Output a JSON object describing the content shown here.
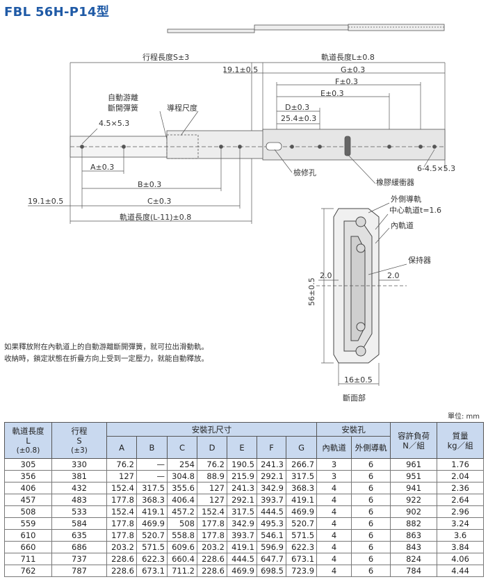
{
  "title": "FBL 56H-P14型",
  "dimensions": {
    "stroke": "行程長度S±3",
    "rail_length": "軌道長度L±0.8",
    "d191_top": "19.1±0.5",
    "g": "G±0.3",
    "f": "F±0.3",
    "e": "E±0.3",
    "d": "D±0.3",
    "d254": "25.4±0.3",
    "hole": "4.5×5.3",
    "a": "A±0.3",
    "b": "B±0.3",
    "c": "C±0.3",
    "d191_bottom": "19.1±0.5",
    "inner_rail_length": "軌道長度(L-11)±0.8",
    "holes_6": "6-4.5×5.3",
    "h56": "56±0.5",
    "w20_left": "2.0",
    "w20_right": "2.0",
    "w16": "16±0.5"
  },
  "labels": {
    "auto_release": "自動游離",
    "auto_release2": "斷開彈簧",
    "guide": "導程尺度",
    "inspection_hole": "檢修孔",
    "rubber_buffer": "橡膠緩衝器",
    "outer_rail": "外側導軌",
    "center_rail": "中心軌道t=1.6",
    "inner_rail": "內軌道",
    "retainer": "保持器",
    "section": "斷面部"
  },
  "note_lines": [
    "如果釋放附在內軌道上的自動游離斷開彈簧，就可拉出滑動軌。",
    "收納時，鎖定狀態在折疊方向上受到一定壓力，就能自動釋放。"
  ],
  "unit": "單位: mm",
  "table": {
    "h_rail": "軌道長度",
    "h_rail_sym": "L",
    "h_rail_tol": "(±0.8)",
    "h_stroke": "行程",
    "h_stroke_sym": "S",
    "h_stroke_tol": "(±3)",
    "h_mount": "安裝孔尺寸",
    "h_cols": [
      "A",
      "B",
      "C",
      "D",
      "E",
      "F",
      "G"
    ],
    "h_holes": "安裝孔",
    "h_inner": "內軌道",
    "h_outer": "外側導軌",
    "h_load": "容許負荷",
    "h_load_unit": "N／組",
    "h_mass": "質量",
    "h_mass_unit": "kg／組",
    "rows": [
      [
        "305",
        "330",
        "76.2",
        "—",
        "254",
        "76.2",
        "190.5",
        "241.3",
        "266.7",
        "3",
        "6",
        "961",
        "1.76"
      ],
      [
        "356",
        "381",
        "127",
        "—",
        "304.8",
        "88.9",
        "215.9",
        "292.1",
        "317.5",
        "3",
        "6",
        "951",
        "2.04"
      ],
      [
        "406",
        "432",
        "152.4",
        "317.5",
        "355.6",
        "127",
        "241.3",
        "342.9",
        "368.3",
        "4",
        "6",
        "941",
        "2.36"
      ],
      [
        "457",
        "483",
        "177.8",
        "368.3",
        "406.4",
        "127",
        "292.1",
        "393.7",
        "419.1",
        "4",
        "6",
        "922",
        "2.64"
      ],
      [
        "508",
        "533",
        "152.4",
        "419.1",
        "457.2",
        "152.4",
        "317.5",
        "444.5",
        "469.9",
        "4",
        "6",
        "902",
        "2.96"
      ],
      [
        "559",
        "584",
        "177.8",
        "469.9",
        "508",
        "177.8",
        "342.9",
        "495.3",
        "520.7",
        "4",
        "6",
        "882",
        "3.24"
      ],
      [
        "610",
        "635",
        "177.8",
        "520.7",
        "558.8",
        "177.8",
        "393.7",
        "546.1",
        "571.5",
        "4",
        "6",
        "863",
        "3.6"
      ],
      [
        "660",
        "686",
        "203.2",
        "571.5",
        "609.6",
        "203.2",
        "419.1",
        "596.9",
        "622.3",
        "4",
        "6",
        "843",
        "3.84"
      ],
      [
        "711",
        "737",
        "228.6",
        "622.3",
        "660.4",
        "228.6",
        "444.5",
        "647.7",
        "673.1",
        "4",
        "6",
        "824",
        "4.06"
      ],
      [
        "762",
        "787",
        "228.6",
        "673.1",
        "711.2",
        "228.6",
        "469.9",
        "698.5",
        "723.9",
        "4",
        "6",
        "784",
        "4.44"
      ]
    ]
  }
}
